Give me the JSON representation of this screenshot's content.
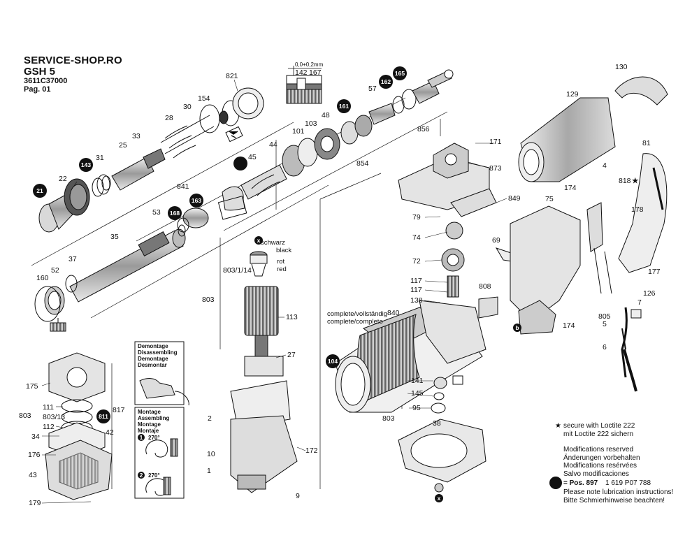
{
  "header": {
    "shop": "SERVICE-SHOP.RO",
    "model": "GSH 5",
    "part_number": "3611C37000",
    "page": "Pag. 01"
  },
  "parts_plain": [
    {
      "id": "p821",
      "label": "821"
    },
    {
      "id": "p154",
      "label": "154"
    },
    {
      "id": "p30",
      "label": "30"
    },
    {
      "id": "p28",
      "label": "28"
    },
    {
      "id": "p33",
      "label": "33"
    },
    {
      "id": "p25",
      "label": "25"
    },
    {
      "id": "p31",
      "label": "31"
    },
    {
      "id": "p22",
      "label": "22"
    },
    {
      "id": "p142",
      "label": "142"
    },
    {
      "id": "p167",
      "label": "167"
    },
    {
      "id": "p48",
      "label": "48"
    },
    {
      "id": "p103",
      "label": "103"
    },
    {
      "id": "p101",
      "label": "101"
    },
    {
      "id": "p57",
      "label": "57"
    },
    {
      "id": "p856",
      "label": "856"
    },
    {
      "id": "p854",
      "label": "854"
    },
    {
      "id": "p44",
      "label": "44"
    },
    {
      "id": "p45",
      "label": "45"
    },
    {
      "id": "p841",
      "label": "841"
    },
    {
      "id": "p53",
      "label": "53"
    },
    {
      "id": "p35",
      "label": "35"
    },
    {
      "id": "p37",
      "label": "37"
    },
    {
      "id": "p52",
      "label": "52"
    },
    {
      "id": "p160",
      "label": "160"
    },
    {
      "id": "p130",
      "label": "130"
    },
    {
      "id": "p129",
      "label": "129"
    },
    {
      "id": "p171",
      "label": "171"
    },
    {
      "id": "p873",
      "label": "873"
    },
    {
      "id": "p849",
      "label": "849"
    },
    {
      "id": "p79",
      "label": "79"
    },
    {
      "id": "p74",
      "label": "74"
    },
    {
      "id": "p72",
      "label": "72"
    },
    {
      "id": "p69",
      "label": "69"
    },
    {
      "id": "p117a",
      "label": "117"
    },
    {
      "id": "p117b",
      "label": "117"
    },
    {
      "id": "p808",
      "label": "808"
    },
    {
      "id": "p138",
      "label": "138"
    },
    {
      "id": "p840",
      "label": "840"
    },
    {
      "id": "p81",
      "label": "81"
    },
    {
      "id": "p4",
      "label": "4"
    },
    {
      "id": "p818",
      "label": "818"
    },
    {
      "id": "p174a",
      "label": "174"
    },
    {
      "id": "p75",
      "label": "75"
    },
    {
      "id": "p178",
      "label": "178"
    },
    {
      "id": "p177",
      "label": "177"
    },
    {
      "id": "p126",
      "label": "126"
    },
    {
      "id": "p7",
      "label": "7"
    },
    {
      "id": "p805",
      "label": "805"
    },
    {
      "id": "p5",
      "label": "5"
    },
    {
      "id": "p6",
      "label": "6"
    },
    {
      "id": "p174b",
      "label": "174"
    },
    {
      "id": "p803a",
      "label": "803/1/14"
    },
    {
      "id": "p803b",
      "label": "803"
    },
    {
      "id": "p113",
      "label": "113"
    },
    {
      "id": "p27",
      "label": "27"
    },
    {
      "id": "p2",
      "label": "2"
    },
    {
      "id": "p10",
      "label": "10"
    },
    {
      "id": "p1",
      "label": "1"
    },
    {
      "id": "p172",
      "label": "172"
    },
    {
      "id": "p9",
      "label": "9"
    },
    {
      "id": "p175",
      "label": "175"
    },
    {
      "id": "p111",
      "label": "111"
    },
    {
      "id": "p803c",
      "label": "803"
    },
    {
      "id": "p80313",
      "label": "803/13"
    },
    {
      "id": "p112",
      "label": "112"
    },
    {
      "id": "p817",
      "label": "817"
    },
    {
      "id": "p42",
      "label": "42"
    },
    {
      "id": "p34",
      "label": "34"
    },
    {
      "id": "p176",
      "label": "176"
    },
    {
      "id": "p43",
      "label": "43"
    },
    {
      "id": "p179",
      "label": "179"
    },
    {
      "id": "p141",
      "label": "141"
    },
    {
      "id": "p145",
      "label": "145"
    },
    {
      "id": "p95",
      "label": "95"
    },
    {
      "id": "p803d",
      "label": "803"
    },
    {
      "id": "p38",
      "label": "38"
    }
  ],
  "parts_circled": [
    {
      "id": "c143",
      "label": "143"
    },
    {
      "id": "c21",
      "label": "21"
    },
    {
      "id": "c162",
      "label": "162"
    },
    {
      "id": "c165",
      "label": "165"
    },
    {
      "id": "c161",
      "label": "161"
    },
    {
      "id": "c168",
      "label": "168"
    },
    {
      "id": "c163",
      "label": "163"
    },
    {
      "id": "c104",
      "label": "104"
    },
    {
      "id": "c811",
      "label": "811"
    }
  ],
  "dimension": {
    "value": "0,0+0,2mm"
  },
  "wire_labels": {
    "x_top": "x",
    "black_de": "schwarz",
    "black_en": "black",
    "red_de": "rot",
    "red_en": "red",
    "b_marker": "b",
    "x_bottom": "x"
  },
  "complete_note": {
    "line1": "complete/vollständig",
    "line2": "complete/completo"
  },
  "demontage_box": {
    "lines": [
      "Demontage",
      "Disassembling",
      "Demontage",
      "Desmontar"
    ]
  },
  "montage_box": {
    "lines": [
      "Montage",
      "Assembling",
      "Montage",
      "Montaje"
    ],
    "step1": "1",
    "step2": "2",
    "angle1": "270°",
    "angle2": "270°"
  },
  "notes": {
    "star": "★",
    "loctite_en": "secure with Loctite 222",
    "loctite_de": "mit Loctite 222 sichern",
    "mod_en": "Modifications reserved",
    "mod_de": "Änderungen vorbehalten",
    "mod_fr": "Modifications resérvées",
    "mod_es": "Salvo modificaciones",
    "pos_label": "= Pos. 897",
    "pos_code": "1 619 P07 788",
    "lub_en": "Please note lubrication instructions!",
    "lub_de": "Bitte Schmierhinweise beachten!"
  },
  "colors": {
    "ink": "#111111",
    "paper": "#ffffff",
    "shade": "#bdbdbd",
    "mid": "#8a8a8a"
  }
}
